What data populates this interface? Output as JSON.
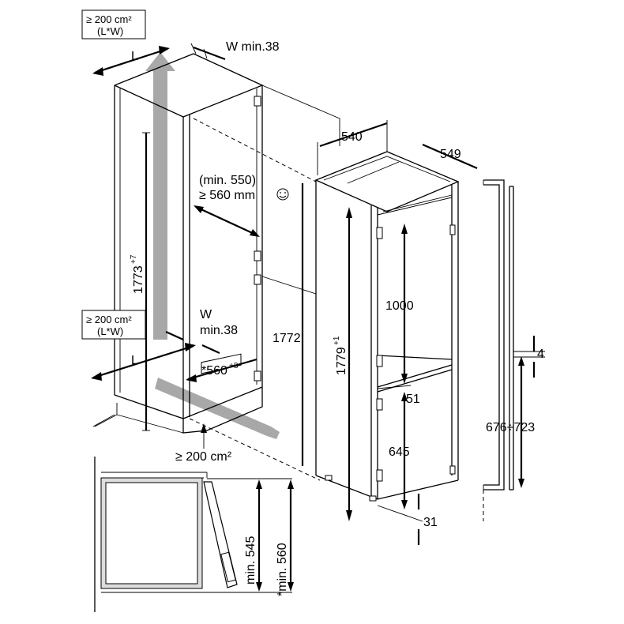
{
  "labels": {
    "area_top_line1": "≥ 200 cm²",
    "area_top_line2": "(L*W)",
    "area_mid_line1": "≥ 200 cm²",
    "area_mid_line2": "(L*W)",
    "L_top": "L",
    "L_bottom": "L",
    "w_min_top": "W min.38",
    "w_mid_W": "W",
    "w_mid_min": "min.38",
    "h_1773": "1773",
    "h_1773_sup": "+7",
    "min550": "(min. 550)",
    "ge560": "≥ 560 mm",
    "h_1772": "1772",
    "h_560": "*560",
    "h_560_sup": "+8",
    "vent_bottom": "≥ 200 cm²",
    "d_540": "540",
    "d_549": "549",
    "h_1779": "1779",
    "h_1779_sup": "+1",
    "h_1000": "1000",
    "h_51": "51",
    "h_645": "645",
    "h_31": "31",
    "h_4": "4",
    "h_676_723": "676÷723",
    "min545": "min. 545",
    "min560": "*min. 560"
  },
  "colors": {
    "airflow": "#a8a8a8",
    "line": "#000000"
  }
}
